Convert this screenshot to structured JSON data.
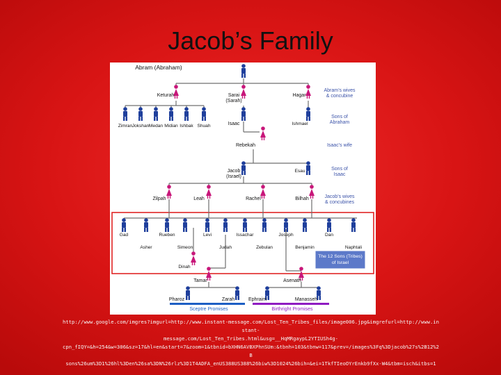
{
  "slide": {
    "title": "Jacob’s Family",
    "url_lines": [
      "http://www.google.com/imgres?imgurl=http://www.instant-message.com/Lost_Ten_Tribes_files/image006.jpg&imgrefurl=http://www.instant-",
      "message.com/Lost_Ten_Tribes.html&usg=__HqMRgaypL2YTIUSh4g-",
      "cpn_fIQY=&h=254&w=306&sz=17&hl=en&start=7&zoom=1&tbnid=bXHN6AVBXPhnSUm:&tbnh=103&tbnw=117&prev=/images%3Fq%3Djacob%27s%2B12%2B",
      "sons%26um%3D1%26hl%3Den%26sa%3DN%26rlz%3D1T4ADFA_enUS388US388%26biw%3D1024%26bih=&ei=1TkfTIeoOYrEnkb9fXx-W4&tbm=isch&itbs=1"
    ]
  },
  "people": {
    "abram": "Abram (Abraham)",
    "keturah": "Keturah",
    "sarai": "Sarai\n(Sarah)",
    "hagar": "Hagar",
    "zimran": "Zimran",
    "jokshan": "Jokshan",
    "medan": "Medan",
    "midian": "Midian",
    "ishbak": "Ishbak",
    "shuah": "Shuah",
    "isaac": "Isaac",
    "ishmael": "Ishmael",
    "rebekah": "Rebekah",
    "jacob": "Jacob\n(Israel)",
    "esau": "Esau",
    "zilpah": "Zilpah",
    "leah": "Leah",
    "rachel": "Rachel",
    "bilhah": "Bilhah",
    "gad": "Gad",
    "asher": "Asher",
    "rueben": "Rueben",
    "simeon": "Simeon",
    "levi": "Levi",
    "judah": "Judah",
    "issachar": "Issachar",
    "zebulan": "Zebulan",
    "joseph": "Joseph",
    "benjamin": "Benjamin",
    "dan": "Dan",
    "naphtali": "Naphtali",
    "dinah": "Dinah",
    "tamar": "Tamar",
    "asenath": "Asenath",
    "pharoz": "Pharoz",
    "zarah": "Zarah",
    "ephraim": "Ephraim",
    "manasseh": "Manasseh"
  },
  "labels": {
    "abrams_wives": "Abram’s wives\n& concubine",
    "sons_of_abraham": "Sons of\nAbraham",
    "isaacs_wife": "Isaac’s wife",
    "sons_of_isaac": "Sons of\nIsaac",
    "jacobs_wives": "Jacob’s wives\n& concubines",
    "twelve_sons": "The 12 Sons (Tribes)\nof Israel",
    "sceptre": "Sceptre Promises",
    "birthright": "Birthright Promises"
  },
  "colors": {
    "male": "#1f3f9c",
    "female": "#c8177a",
    "line": "#6f6f6f",
    "label_blue": "#3a52a8",
    "highlight_red": "#e02525",
    "label_box": "#5c79c9",
    "sceptre": "#1d5fc4",
    "birthright": "#8f1bc2"
  }
}
